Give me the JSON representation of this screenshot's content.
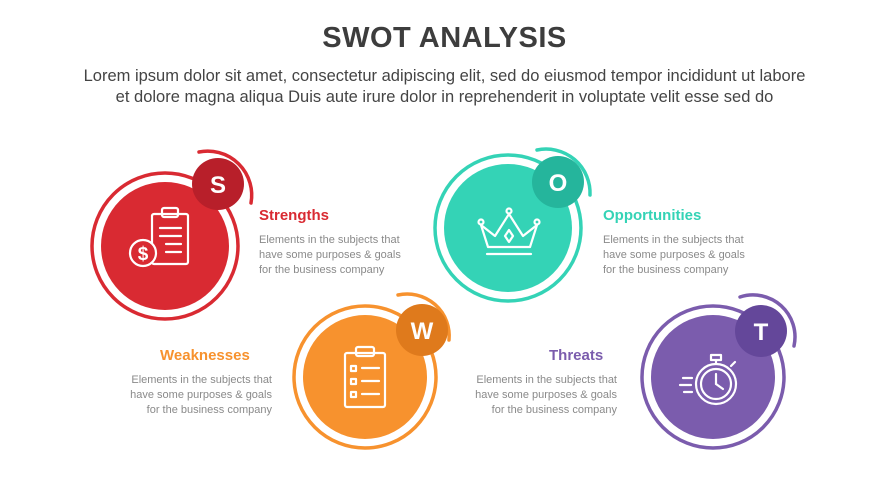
{
  "header": {
    "title": "SWOT ANALYSIS",
    "subtitle_line1": "Lorem ipsum dolor sit amet, consectetur adipiscing elit, sed do eiusmod tempor incididunt ut labore",
    "subtitle_line2": "et dolore magna aliqua Duis aute irure dolor in reprehenderit in voluptate velit esse sed do"
  },
  "items": [
    {
      "key": "strengths",
      "letter": "S",
      "label": "Strengths",
      "desc": [
        "Elements in the subjects that",
        "have  some purposes & goals",
        "for the  business company"
      ],
      "color": "#d92a32",
      "badge_color": "#b81f2a",
      "icon": "clipboard-dollar-icon"
    },
    {
      "key": "opportunities",
      "letter": "O",
      "label": "Opportunities",
      "desc": [
        "Elements in the subjects that",
        "have  some purposes & goals",
        "for the  business company"
      ],
      "color": "#34d3b6",
      "badge_color": "#25b59c",
      "icon": "crown-icon"
    },
    {
      "key": "weaknesses",
      "letter": "W",
      "label": "Weaknesses",
      "desc": [
        "Elements in the subjects that",
        "have  some purposes & goals",
        "for the  business company"
      ],
      "color": "#f7922e",
      "badge_color": "#df7a1c",
      "icon": "checklist-icon"
    },
    {
      "key": "threats",
      "letter": "T",
      "label": "Threats",
      "desc": [
        "Elements in the subjects that",
        "have  some purposes & goals",
        "for the  business company"
      ],
      "color": "#7b5cad",
      "badge_color": "#64479a",
      "icon": "stopwatch-icon"
    }
  ]
}
